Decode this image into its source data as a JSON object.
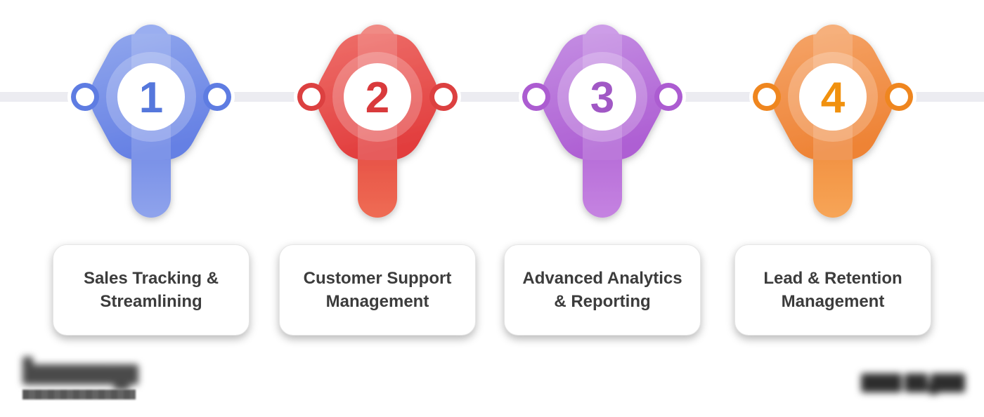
{
  "page": {
    "background": "#ffffff"
  },
  "timeline": {
    "line_color": "#ececf1"
  },
  "milestones": [
    {
      "number": "1",
      "label_line1": "Sales Tracking &",
      "label_line2": "Streamlining",
      "colors": {
        "grad_top": "#91a7ed",
        "grad_bottom": "#6580e4",
        "stub": "#9aaef0",
        "stem_top": "#6580e4",
        "stem_bottom": "#8fa3ec",
        "ring": "#5e7ce2",
        "number": "#5577dc"
      }
    },
    {
      "number": "2",
      "label_line1": "Customer Support",
      "label_line2": "Management",
      "colors": {
        "grad_top": "#ee6f6a",
        "grad_bottom": "#e23e3e",
        "stub": "#f08b85",
        "stem_top": "#e03c3c",
        "stem_bottom": "#ef6c54",
        "ring": "#dc4040",
        "number": "#d93a3c"
      }
    },
    {
      "number": "3",
      "label_line1": "Advanced Analytics",
      "label_line2": "& Reporting",
      "colors": {
        "grad_top": "#c48ee3",
        "grad_bottom": "#ae5fd3",
        "stub": "#cd9de8",
        "stem_top": "#ab5bd1",
        "stem_bottom": "#c583e1",
        "ring": "#ac5cd1",
        "number": "#a158c5"
      }
    },
    {
      "number": "4",
      "label_line1": "Lead & Retention",
      "label_line2": "Management",
      "colors": {
        "grad_top": "#f5a468",
        "grad_bottom": "#ee8335",
        "stub": "#f6b07b",
        "stem_top": "#ed8130",
        "stem_bottom": "#f7a557",
        "ring": "#ef861f",
        "number": "#f1910e"
      }
    }
  ],
  "cards": {
    "text_color": "#3c3c3c",
    "background": "#ffffff"
  },
  "watermarks": {
    "left": {
      "type": "blurred-wordmark-with-pixelated-bar",
      "color": "#4a4a4a",
      "bar_color": "#565656",
      "bar_color2": "#636363"
    },
    "right": {
      "type": "blurred-wordmark",
      "color": "#2d2d2d"
    }
  }
}
